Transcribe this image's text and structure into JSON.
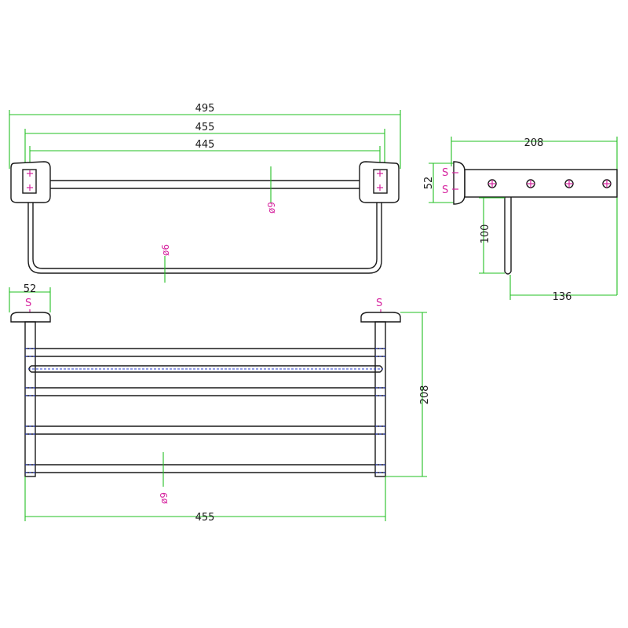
{
  "colors": {
    "object_line": "#1a1a1a",
    "dimension_line": "#22c022",
    "hidden_line": "#2a3fd0",
    "annotation": "#d6249f"
  },
  "front_view": {
    "dim_overall": "495",
    "dim_centers": "455",
    "dim_inner": "445",
    "bar_diameter": "ø9",
    "rail_diameter": "ø6"
  },
  "side_view": {
    "dim_depth": "208",
    "dim_plate": "52",
    "dim_rail_drop": "100",
    "dim_rail_offset": "136",
    "screw_label_top": "S",
    "screw_label_bottom": "S"
  },
  "top_view": {
    "dim_plate": "52",
    "screw_label_left": "S",
    "screw_label_right": "S",
    "dim_depth": "208",
    "bar_diameter": "ø9",
    "dim_centers": "455"
  }
}
